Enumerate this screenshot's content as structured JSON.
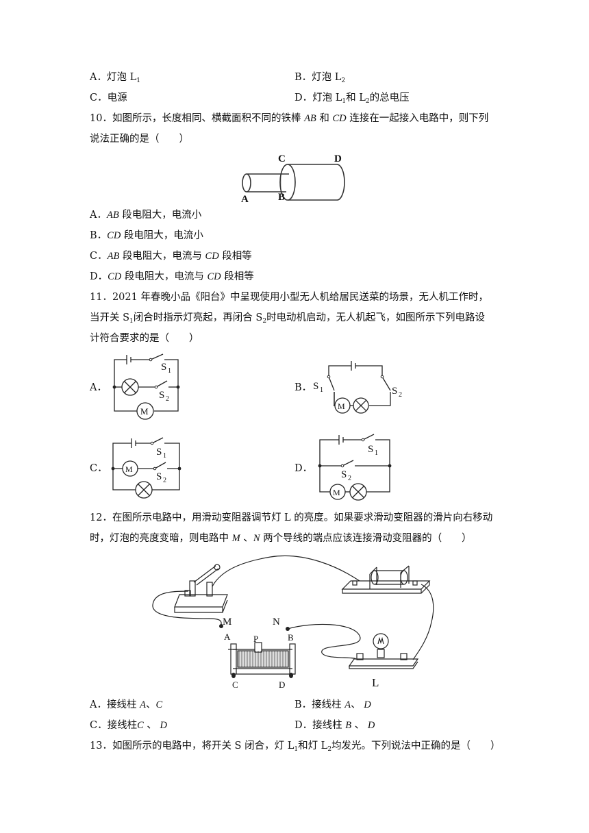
{
  "q9": {
    "A": "A．灯泡 L",
    "A_sub": "1",
    "B": "B．灯泡 L",
    "B_sub": "2",
    "C": "C．电源",
    "D_pre": "D．灯泡 L",
    "D_sub1": "1",
    "D_mid": "和 L",
    "D_sub2": "2",
    "D_post": "的总电压"
  },
  "q10": {
    "stem1_a": "10．如图所示，长度相同、横截面积不同的铁棒 ",
    "stem1_ab": "AB",
    "stem1_b": " 和 ",
    "stem1_cd": "CD",
    "stem1_c": " 连接在一起接入电路中，则下列",
    "stem2": "说法正确的是（　　）",
    "fig": {
      "A": "A",
      "B": "B",
      "C": "C",
      "D": "D"
    },
    "options": {
      "A_pre": "A．",
      "A_it": "AB",
      "A_post": " 段电阻大，电流小",
      "B_pre": "B．",
      "B_it": "CD",
      "B_post": " 段电阻大，电流小",
      "C_pre": "C．",
      "C_it1": "AB",
      "C_mid": " 段电阻大，电流与 ",
      "C_it2": "CD",
      "C_post": " 段相等",
      "D_pre": "D．",
      "D_it1": "CD",
      "D_mid": " 段电阻大，电流与 ",
      "D_it2": "CD",
      "D_post": " 段相等"
    }
  },
  "q11": {
    "stem1": "11．2021 年春晚小品《阳台》中呈现使用小型无人机给居民送菜的场景，无人机工作时，",
    "stem2_a": "当开关 S",
    "stem2_s1": "1",
    "stem2_b": "闭合时指示灯亮起，再闭合 S",
    "stem2_s2": "2",
    "stem2_c": "时电动机启动，无人机起飞，如图所示下列电路设",
    "stem3": "计符合要求的是（　　）",
    "opt_A": "A．",
    "opt_B": "B．",
    "opt_C": "C．",
    "opt_D": "D．",
    "S": "S",
    "one": "1",
    "two": "2",
    "M": "M"
  },
  "q12": {
    "stem1": "12．在图所示电路中，用滑动变阻器调节灯 L 的亮度。如果要求滑动变阻器的滑片向右移动",
    "stem2_a": "时，灯泡的亮度变暗，则电路中 ",
    "stem2_m": "M",
    "stem2_b": " 、",
    "stem2_n": "N",
    "stem2_c": " 两个导线的端点应该连接滑动变阻器的（　　）",
    "fig": {
      "M": "M",
      "N": "N",
      "A": "A",
      "B": "B",
      "P": "P",
      "C": "C",
      "D": "D",
      "L": "L"
    },
    "options": {
      "A_pre": "A．接线柱 ",
      "A_it1": "A",
      "A_sep": "、",
      "A_it2": "C",
      "B_pre": "B．接线柱 ",
      "B_it1": "A",
      "B_sep": "、 ",
      "B_it2": "D",
      "C_pre": "C．接线柱",
      "C_it1": "C",
      "C_sep": " 、 ",
      "C_it2": "D",
      "D_pre": "D．接线柱 ",
      "D_it1": "B",
      "D_sep": " 、 ",
      "D_it2": "D"
    }
  },
  "q13": {
    "stem_a": "13．如图所示的电路中，将开关 S 闭合，灯 L",
    "stem_s1": "1",
    "stem_b": "和灯 L",
    "stem_s2": "2",
    "stem_c": "均发光。下列说法中正确的是（　　）"
  }
}
